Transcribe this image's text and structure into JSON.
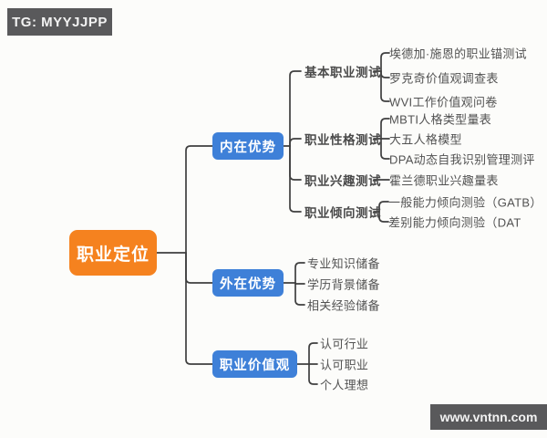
{
  "watermarks": {
    "top_left": "TG: MYYJJPP",
    "bottom_right": "www.vntnn.com"
  },
  "mindmap": {
    "root": {
      "label": "职业定位"
    },
    "branches": [
      {
        "label": "内在优势",
        "children": [
          {
            "label": "基本职业测试",
            "leaves": [
              "埃德加·施恩的职业锚测试",
              "罗克奇价值观调查表",
              "WVI工作价值观问卷"
            ]
          },
          {
            "label": "职业性格测试",
            "leaves": [
              "MBTI人格类型量表",
              "大五人格模型",
              "DPA动态自我识别管理测评"
            ]
          },
          {
            "label": "职业兴趣测试",
            "leaves": [
              "霍兰德职业兴趣量表"
            ]
          },
          {
            "label": "职业倾向测试",
            "leaves": [
              "一般能力倾向测验（GATB）",
              "差别能力倾向测验（DAT"
            ]
          }
        ]
      },
      {
        "label": "外在优势",
        "leaves": [
          "专业知识储备",
          "学历背景储备",
          "相关经验储备"
        ]
      },
      {
        "label": "职业价值观",
        "leaves": [
          "认可行业",
          "认可职业",
          "个人理想"
        ]
      }
    ],
    "colors": {
      "root_fill": "#f5821f",
      "branch_fill": "#3e80d8",
      "line": "#3f3f3f",
      "leaf_text": "#525252",
      "badge_fill": "#59595b"
    }
  }
}
